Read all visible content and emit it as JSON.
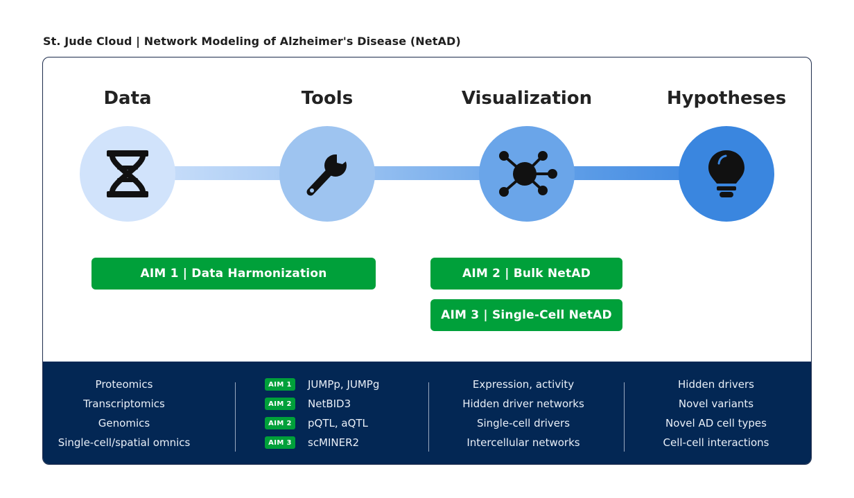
{
  "header": {
    "title": "St. Jude Cloud  |  Network Modeling of Alzheimer's Disease (NetAD)"
  },
  "stages": [
    {
      "title": "Data",
      "icon": "dna-icon",
      "color": "#d1e3fb"
    },
    {
      "title": "Tools",
      "icon": "wrench-icon",
      "color": "#9ec4f0"
    },
    {
      "title": "Visualization",
      "icon": "network-icon",
      "color": "#6aa5e9"
    },
    {
      "title": "Hypotheses",
      "icon": "lightbulb-icon",
      "color": "#3a86df"
    }
  ],
  "aims": [
    {
      "label": "AIM 1  |  Data Harmonization"
    },
    {
      "label": "AIM 2  |  Bulk NetAD"
    },
    {
      "label": "AIM 3  |  Single-Cell NetAD"
    }
  ],
  "details": {
    "data": [
      "Proteomics",
      "Transcriptomics",
      "Genomics",
      "Single-cell/spatial omnics"
    ],
    "tools": [
      {
        "badge": "AIM 1",
        "name": "JUMPp, JUMPg"
      },
      {
        "badge": "AIM 2",
        "name": "NetBID3"
      },
      {
        "badge": "AIM 2",
        "name": "pQTL, aQTL"
      },
      {
        "badge": "AIM 3",
        "name": "scMINER2"
      }
    ],
    "visualization": [
      "Expression, activity",
      "Hidden driver networks",
      "Single-cell drivers",
      "Intercellular networks"
    ],
    "hypotheses": [
      "Hidden drivers",
      "Novel variants",
      "Novel AD cell types",
      "Cell-cell interactions"
    ]
  },
  "colors": {
    "accent_green": "#00a03a",
    "navy": "#032754"
  }
}
